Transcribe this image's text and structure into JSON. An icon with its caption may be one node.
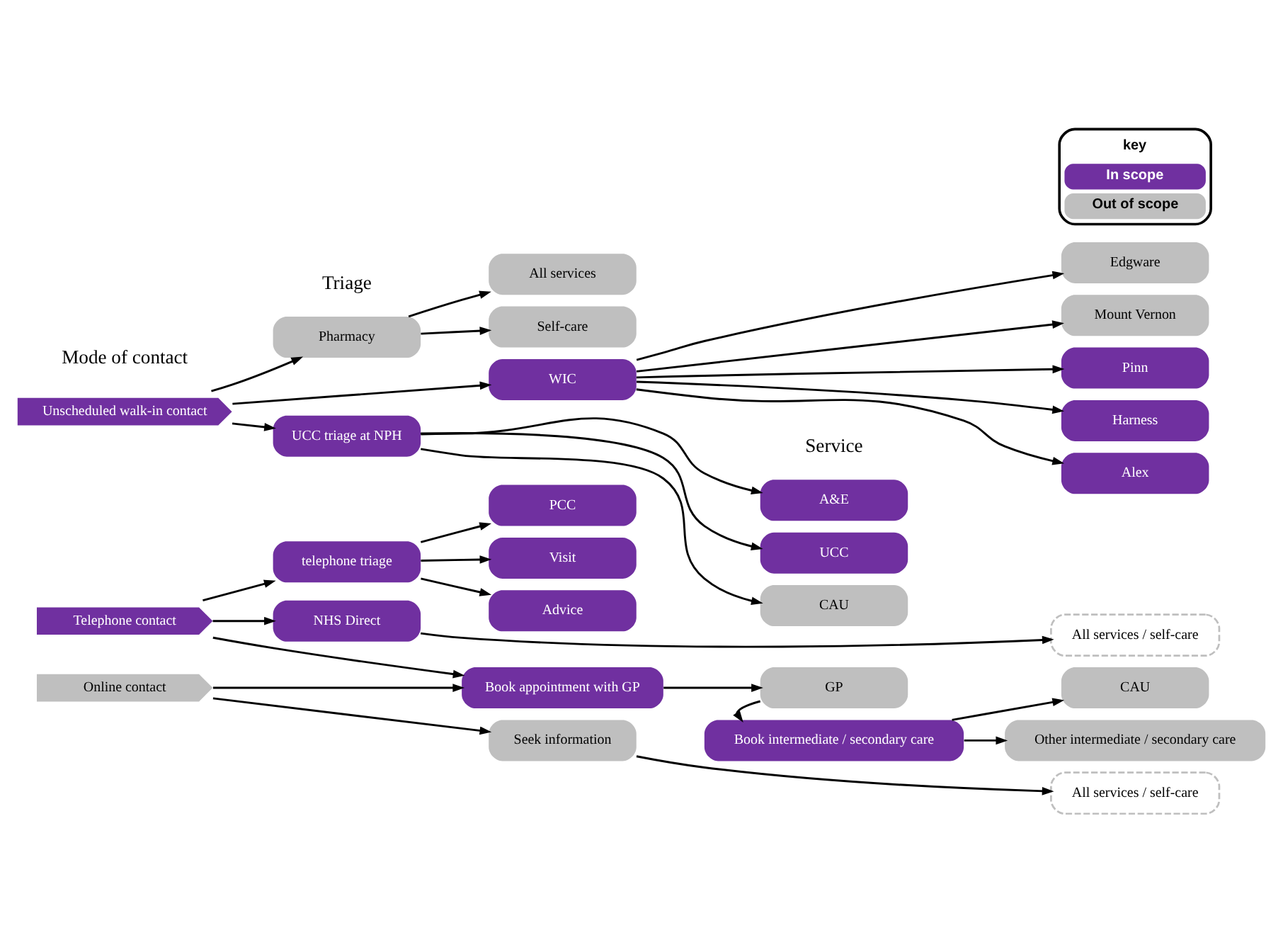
{
  "diagram": {
    "nodes": [
      {
        "text": [
          "Unscheduled walk-in contact"
        ]
      },
      {
        "text": [
          "Telephone contact"
        ]
      },
      {
        "text": [
          "Online contact"
        ]
      },
      {
        "text": [
          "Pharmacy"
        ]
      },
      {
        "text": [
          "UCC triage at NPH"
        ]
      },
      {
        "text": [
          "WIC"
        ]
      },
      {
        "text": [
          "All services"
        ]
      },
      {
        "text": [
          "Self-care"
        ]
      },
      {
        "text": [
          "A&E"
        ]
      },
      {
        "text": [
          "UCC"
        ]
      },
      {
        "text": [
          "CAU"
        ]
      },
      {
        "text": [
          "Edgware"
        ]
      },
      {
        "text": [
          "Mount Vernon"
        ]
      },
      {
        "text": [
          "Pinn"
        ]
      },
      {
        "text": [
          "Harness"
        ]
      },
      {
        "text": [
          "Alex"
        ]
      },
      {
        "text": [
          "telephone triage"
        ]
      },
      {
        "text": [
          "NHS Direct"
        ]
      },
      {
        "text": [
          "PCC"
        ]
      },
      {
        "text": [
          "Visit"
        ]
      },
      {
        "text": [
          "Advice"
        ]
      },
      {
        "text": [
          "Book appointment with GP"
        ]
      },
      {
        "text": [
          "All services / self-care"
        ]
      },
      {
        "text": [
          "GP"
        ]
      },
      {
        "text": [
          "Book intermediate / secondary care"
        ]
      },
      {
        "text": [
          "CAU"
        ]
      },
      {
        "text": [
          "Other intermediate / secondary care"
        ]
      },
      {
        "text": [
          "Seek information"
        ]
      },
      {
        "text": [
          "All services / self-care"
        ]
      }
    ],
    "edges": [
      {
        "from": 0,
        "to": 3,
        "arrow": "to"
      },
      {
        "from": 0,
        "to": 4,
        "arrow": "to"
      },
      {
        "from": 0,
        "to": 5,
        "arrow": "to"
      },
      {
        "from": 3,
        "to": 6,
        "arrow": "to"
      },
      {
        "from": 3,
        "to": 7,
        "arrow": "to"
      },
      {
        "from": 4,
        "to": 8,
        "arrow": "to"
      },
      {
        "from": 4,
        "to": 9,
        "arrow": "to"
      },
      {
        "from": 4,
        "to": 10,
        "arrow": "to"
      },
      {
        "from": 5,
        "to": 11,
        "arrow": "to"
      },
      {
        "from": 5,
        "to": 12,
        "arrow": "to"
      },
      {
        "from": 5,
        "to": 13,
        "arrow": "to"
      },
      {
        "from": 5,
        "to": 14,
        "arrow": "to"
      },
      {
        "from": 5,
        "to": 15,
        "arrow": "to"
      },
      {
        "from": 1,
        "to": 16,
        "arrow": "to"
      },
      {
        "from": 1,
        "to": 17,
        "arrow": "to"
      },
      {
        "from": 1,
        "to": 21,
        "arrow": "to"
      },
      {
        "from": 16,
        "to": 18,
        "arrow": "to"
      },
      {
        "from": 16,
        "to": 19,
        "arrow": "to"
      },
      {
        "from": 16,
        "to": 20,
        "arrow": "to"
      },
      {
        "from": 17,
        "to": 22,
        "arrow": "to"
      },
      {
        "from": 21,
        "to": 23,
        "arrow": "to"
      },
      {
        "from": 23,
        "to": 24,
        "arrow": "to"
      },
      {
        "from": 24,
        "to": 25,
        "arrow": "to"
      },
      {
        "from": 24,
        "to": 26,
        "arrow": "to"
      },
      {
        "from": 2,
        "to": 27,
        "arrow": "to"
      },
      {
        "from": 2,
        "to": 21,
        "arrow": "to"
      },
      {
        "from": 27,
        "to": 28,
        "arrow": "to"
      }
    ],
    "labels": [
      "Mode of contact",
      "Triage",
      "Service",
      "key"
    ],
    "legend": [
      {
        "text": "In scope",
        "color": "#7030a0"
      },
      {
        "text": "Out of scope",
        "color": "#bfbfbf"
      }
    ]
  }
}
